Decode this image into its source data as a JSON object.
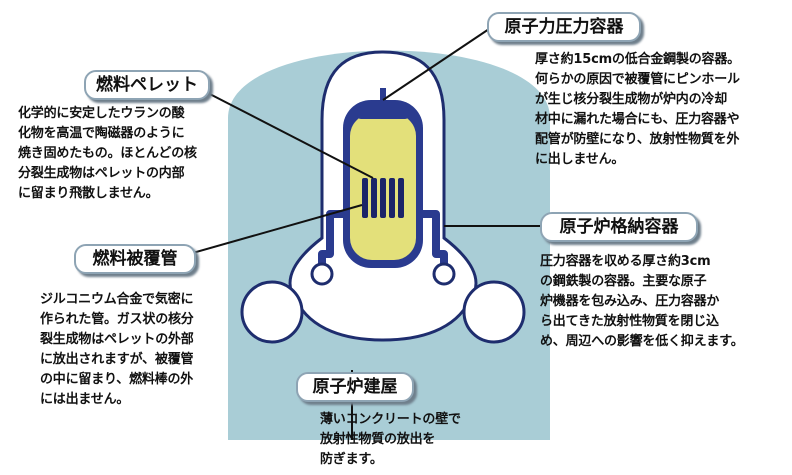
{
  "labels": {
    "pressure_vessel": "原子力圧力容器",
    "fuel_pellet": "燃料ペレット",
    "containment_vessel": "原子炉格納容器",
    "fuel_cladding": "燃料被覆管",
    "reactor_building": "原子炉建屋"
  },
  "descriptions": {
    "pressure_vessel": "厚さ約15cmの低合金鋼製の容器。\n何らかの原因で被覆管にピンホール\nが生じ核分裂生成物が炉内の冷却\n材中に漏れた場合にも、圧力容器や\n配管が防壁になり、放射性物質を外\nに出しません。",
    "fuel_pellet": "化学的に安定したウランの酸\n化物を高温で陶磁器のように\n焼き固めたもの。ほとんどの核\n分裂生成物はペレットの内部\nに留まり飛散しません。",
    "containment_vessel": "圧力容器を収める厚さ約3cm\nの鋼鉄製の容器。主要な原子\n炉機器を包み込み、圧力容器か\nら出てきた放射性物質を閉じ込\nめ、周辺への影響を低く抑えます。",
    "fuel_cladding": "ジルコニウム合金で気密に\n作られた管。ガス状の核分\n裂生成物はペレットの外部\nに放出されますが、被覆管\nの中に留まり、燃料棒の外\nには出ません。",
    "reactor_building": "薄いコンクリートの壁で\n放射性物質の放出を\n防ぎます。"
  },
  "colors": {
    "building": "#a9cdd6",
    "containment": "#ffffff",
    "containment_outline": "#1e2d6e",
    "pressure_vessel": "#2a3b8f",
    "pressure_vessel_interior": "#e3e07a",
    "fuel_rods": "#1b2468",
    "label_border": "#8ea4b4"
  }
}
